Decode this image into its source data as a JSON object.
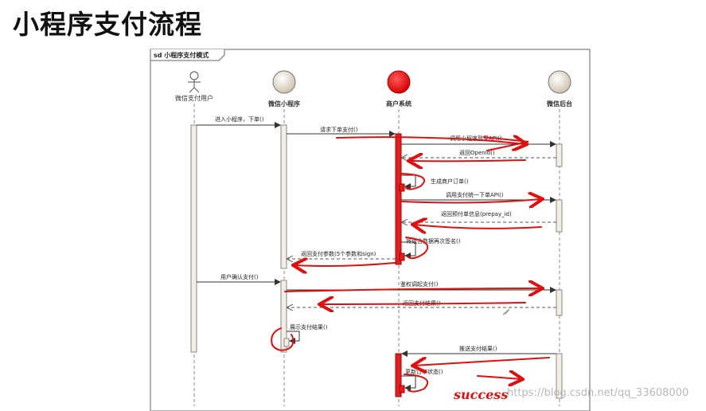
{
  "page_title": "小程序支付流程",
  "frame_label": "sd 小程序支付模式",
  "lifelines": [
    {
      "id": "user",
      "label": "微信支付用户",
      "type": "actor"
    },
    {
      "id": "miniprogram",
      "label": "微信小程序",
      "type": "entity"
    },
    {
      "id": "merchant",
      "label": "商户系统",
      "type": "entity-highlight"
    },
    {
      "id": "wechat_backend",
      "label": "微信后台",
      "type": "entity"
    }
  ],
  "messages": [
    {
      "from": "user",
      "to": "miniprogram",
      "label": "进入小程序，下单()",
      "style": "solid"
    },
    {
      "from": "miniprogram",
      "to": "merchant",
      "label": "请求下单支付()",
      "style": "solid"
    },
    {
      "from": "merchant",
      "to": "wechat_backend",
      "label": "调用小程序登录API()",
      "style": "solid"
    },
    {
      "from": "wechat_backend",
      "to": "merchant",
      "label": "返回Openid()",
      "style": "dashed"
    },
    {
      "from": "merchant",
      "to": "merchant",
      "label": "生成商户订单()",
      "style": "self"
    },
    {
      "from": "merchant",
      "to": "wechat_backend",
      "label": "调用支付统一下单API()",
      "style": "solid"
    },
    {
      "from": "wechat_backend",
      "to": "merchant",
      "label": "返回预付单信息(prepay_id)",
      "style": "dashed"
    },
    {
      "from": "merchant",
      "to": "merchant",
      "label": "将组合数据再次签名()",
      "style": "self"
    },
    {
      "from": "merchant",
      "to": "miniprogram",
      "label": "返回支付参数(5个参数和sign)",
      "style": "dashed"
    },
    {
      "from": "user",
      "to": "miniprogram",
      "label": "用户确认支付()",
      "style": "solid"
    },
    {
      "from": "miniprogram",
      "to": "wechat_backend",
      "label": "鉴权调起支付()",
      "style": "solid"
    },
    {
      "from": "wechat_backend",
      "to": "miniprogram",
      "label": "返回支付结果()",
      "style": "dashed"
    },
    {
      "from": "miniprogram",
      "to": "miniprogram",
      "label": "展示支付结果()",
      "style": "self"
    },
    {
      "from": "wechat_backend",
      "to": "merchant",
      "label": "推送支付结果()",
      "style": "solid"
    },
    {
      "from": "merchant",
      "to": "merchant",
      "label": "更新订单状态()",
      "style": "self"
    }
  ],
  "handwritten_note": "success",
  "watermark": "https://blog.csdn.net/qq_33608000",
  "colors": {
    "annotation_red": "#e01010",
    "activation_fill": "#f3eee4",
    "merchant_activation": "#e02020"
  }
}
